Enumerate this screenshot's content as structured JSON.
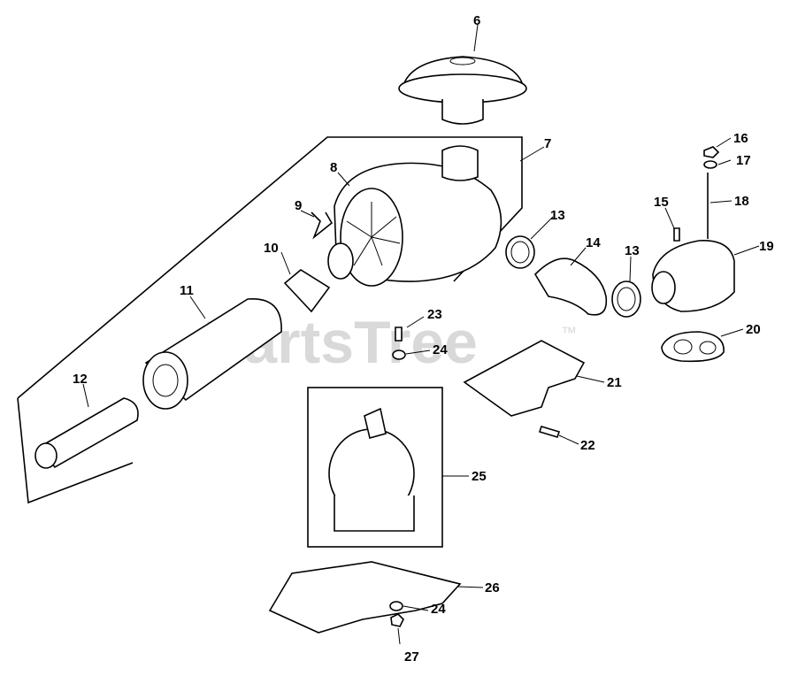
{
  "watermark": {
    "text": "PartsTree",
    "trademark": "™"
  },
  "callouts": [
    "6",
    "7",
    "8",
    "9",
    "10",
    "11",
    "12",
    "13",
    "13",
    "14",
    "15",
    "16",
    "17",
    "18",
    "19",
    "20",
    "21",
    "22",
    "23",
    "24",
    "24",
    "25",
    "26",
    "27"
  ]
}
